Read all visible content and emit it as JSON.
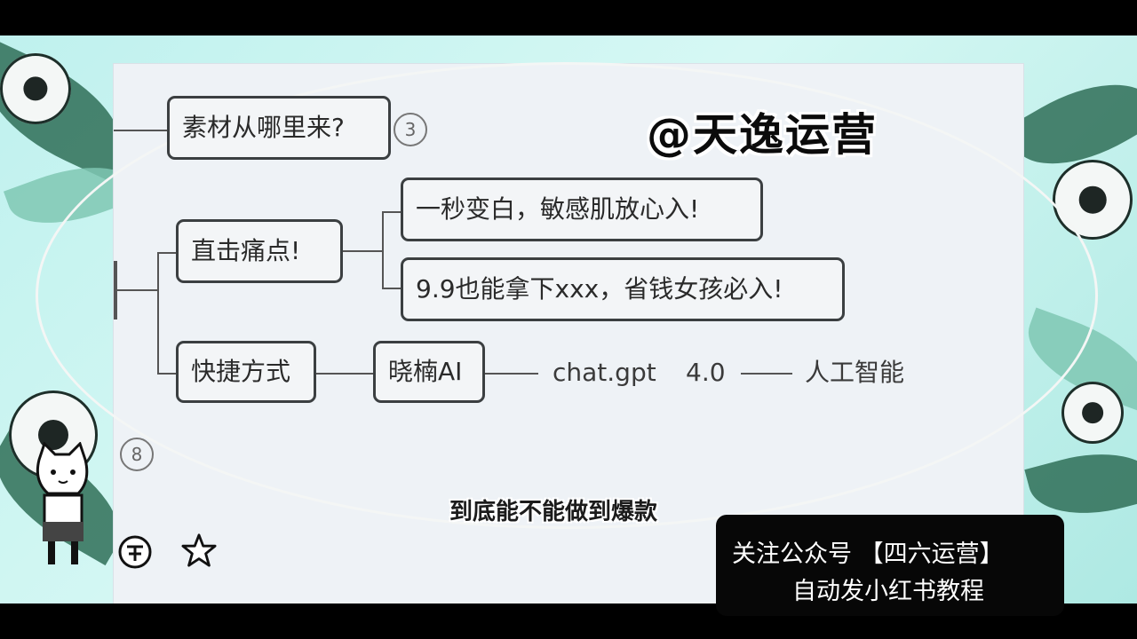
{
  "header_small": "",
  "brand": "@天逸运营",
  "mindmap": {
    "source_node": "素材从哪里来?",
    "source_badge": "3",
    "pain_node": "直击痛点!",
    "pain_children": [
      "一秒变白，敏感肌放心入!",
      "9.9也能拿下xxx，省钱女孩必入!"
    ],
    "shortcut_node": "快捷方式",
    "ai_node": "晓楠AI",
    "chain": [
      "chat.gpt",
      "4.0",
      "人工智能"
    ],
    "bottom_badge": "8"
  },
  "subtitle": "到底能不能做到爆款",
  "promo": {
    "line1": "关注公众号 【四六运营】",
    "line2": "自动发小红书教程"
  },
  "icons": [
    "cat-mascot-icon",
    "coin-icon",
    "star-icon"
  ],
  "colors": {
    "board": "#eef2f6",
    "node_border": "#3b3f41",
    "frame": "#bff1ee"
  }
}
